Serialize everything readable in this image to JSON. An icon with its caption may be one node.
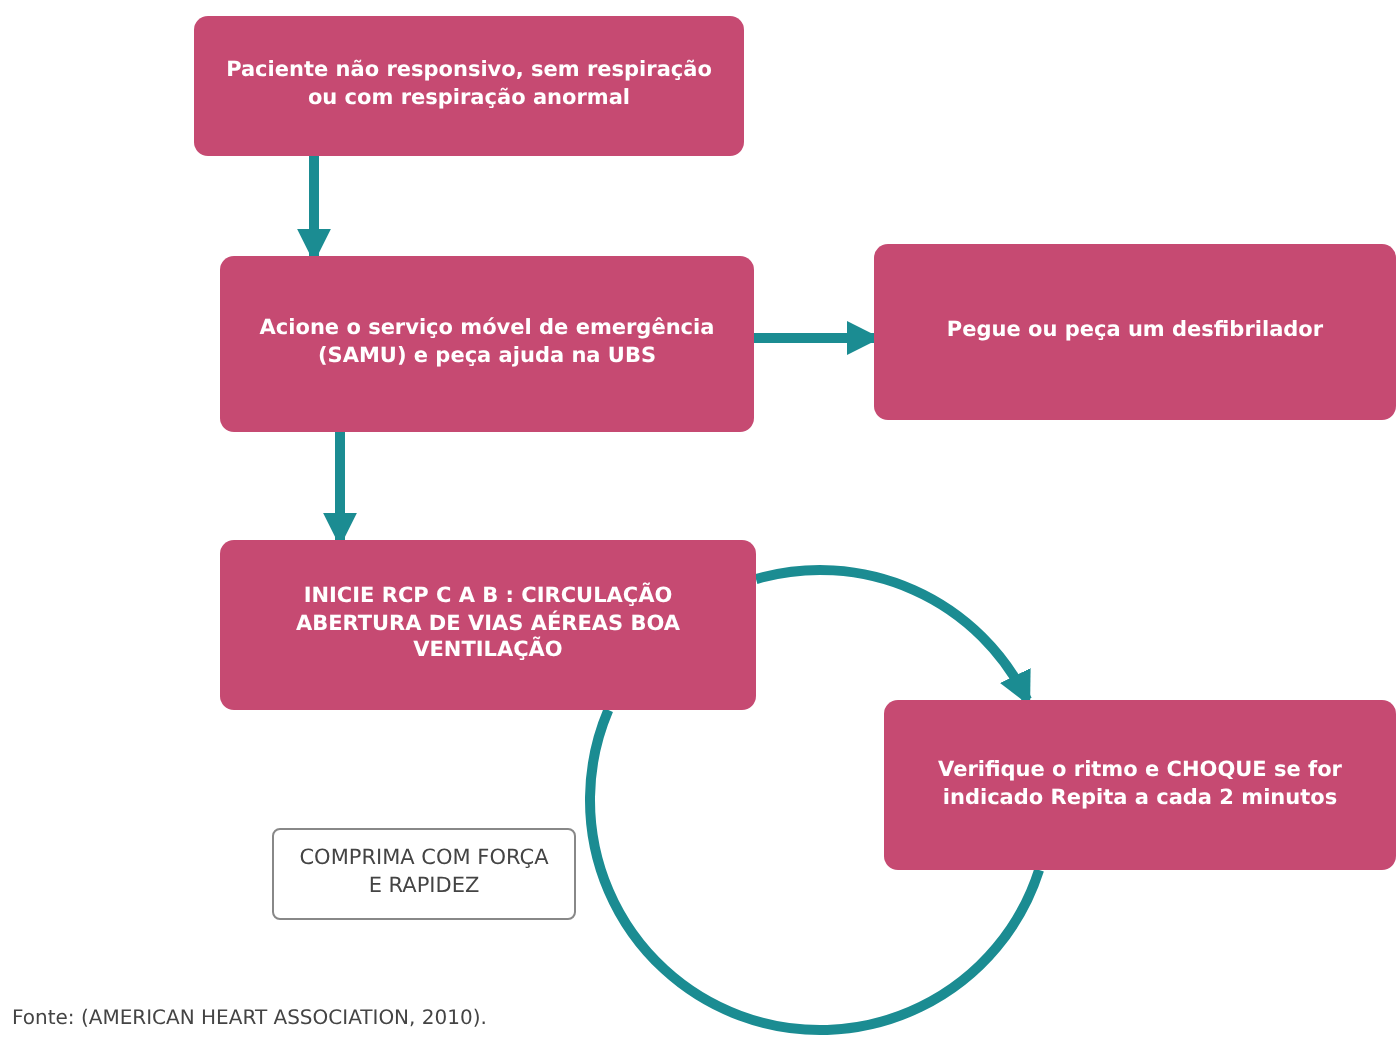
{
  "diagram": {
    "caption": "Fonte: (AMERICAN HEART ASSOCIATION, 2010).",
    "nodes": [
      {
        "text": [
          "Paciente não responsivo, sem respiração ou com respiração anormal"
        ]
      },
      {
        "text": [
          "Acione o serviço móvel de emergência (SAMU) e peça ajuda na UBS"
        ]
      },
      {
        "text": [
          "Pegue ou peça um desfibrilador"
        ]
      },
      {
        "text": [
          "INICIE RCP C A B : CIRCULAÇÃO ABERTURA DE VIAS AÉREAS BOA VENTILAÇÃO"
        ]
      },
      {
        "text": [
          "Verifique o ritmo e CHOQUE se for indicado Repita a cada 2 minutos"
        ]
      },
      {
        "text": [
          "COMPRIMA COM FORÇA E RAPIDEZ"
        ]
      }
    ],
    "edges": [
      {
        "from": 0,
        "to": 1,
        "arrow": "to"
      },
      {
        "from": 1,
        "to": 2,
        "arrow": "to"
      },
      {
        "from": 1,
        "to": 3,
        "arrow": "to"
      },
      {
        "from": 3,
        "to": 4,
        "arrow": "to"
      },
      {
        "from": 4,
        "to": 3,
        "arrow": "none"
      }
    ]
  }
}
